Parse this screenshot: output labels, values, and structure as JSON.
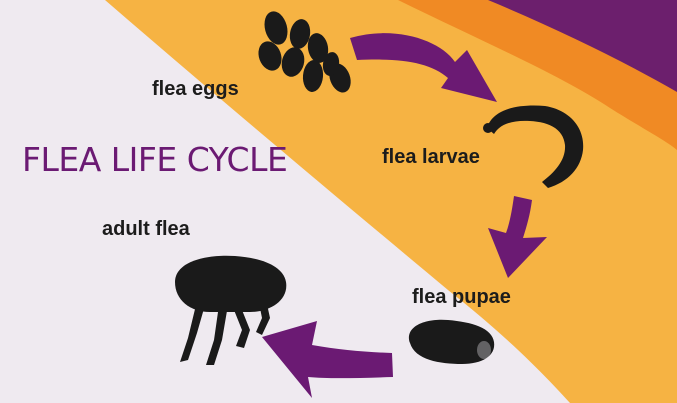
{
  "title": "FLEA LIFE CYCLE",
  "stages": {
    "eggs": "flea eggs",
    "larvae": "flea larvae",
    "pupae": "flea pupae",
    "adult": "adult flea"
  },
  "colors": {
    "background": "#efeaf0",
    "band_light": "#f6b343",
    "band_dark": "#f08a24",
    "band_purple": "#6c1f6d",
    "arrow": "#6b1a73",
    "title": "#6b1a73",
    "silhouette": "#1a1a1a"
  },
  "icons": [
    "egg-cluster-icon",
    "larva-icon",
    "pupa-icon",
    "adult-flea-icon",
    "cycle-arrow-icon"
  ]
}
